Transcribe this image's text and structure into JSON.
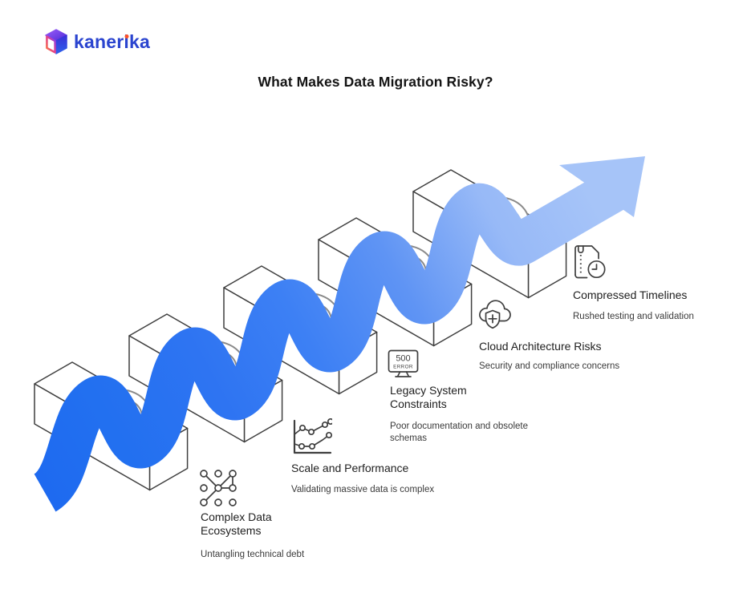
{
  "logo": {
    "brand": "kanerika",
    "brand_prefix": "kaner",
    "brand_i": "i",
    "brand_suffix": "ka"
  },
  "title": "What Makes Data Migration Risky?",
  "colors": {
    "ribbon_start": "#1e6af0",
    "ribbon_mid": "#3d80f4",
    "ribbon_end": "#a6c4f8",
    "brand_blue": "#2a44cf",
    "brand_dot_orange": "#ff5226",
    "outline_gray": "#3f3f3f",
    "text_dark": "#212121"
  },
  "diagram": {
    "style": "ribbon arrow weaving over five hurdle blocks, bottom-left to top-right",
    "hurdle_count": 5
  },
  "risks": [
    {
      "icon": "network-graph-icon",
      "label": "Complex Data Ecosystems",
      "description": "Untangling technical debt"
    },
    {
      "icon": "performance-chart-icon",
      "label": "Scale and Performance",
      "description": "Validating massive data is complex"
    },
    {
      "icon": "server-error-icon",
      "error_code": "500",
      "error_text": "ERROR",
      "label": "Legacy System Constraints",
      "description": "Poor documentation and obsolete schemas"
    },
    {
      "icon": "cloud-shield-icon",
      "label": "Cloud Architecture Risks",
      "description": "Security and compliance concerns"
    },
    {
      "icon": "compressed-file-clock-icon",
      "label": "Compressed Timelines",
      "description": "Rushed testing and validation"
    }
  ]
}
